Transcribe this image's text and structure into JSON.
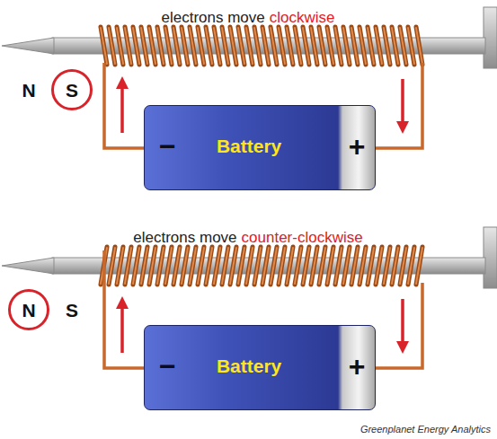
{
  "diagram": {
    "nodes": [
      {
        "text": [
          "S"
        ]
      },
      {
        "text": [
          "−",
          "Battery",
          "+"
        ]
      },
      {
        "text": [
          "N"
        ]
      },
      {
        "text": [
          "−",
          "Battery",
          "+"
        ]
      }
    ],
    "labels": [
      "electrons move",
      "clockwise",
      "N",
      "electrons move",
      "counter-clockwise",
      "S",
      "Greenplanet Energy Analytics"
    ]
  }
}
